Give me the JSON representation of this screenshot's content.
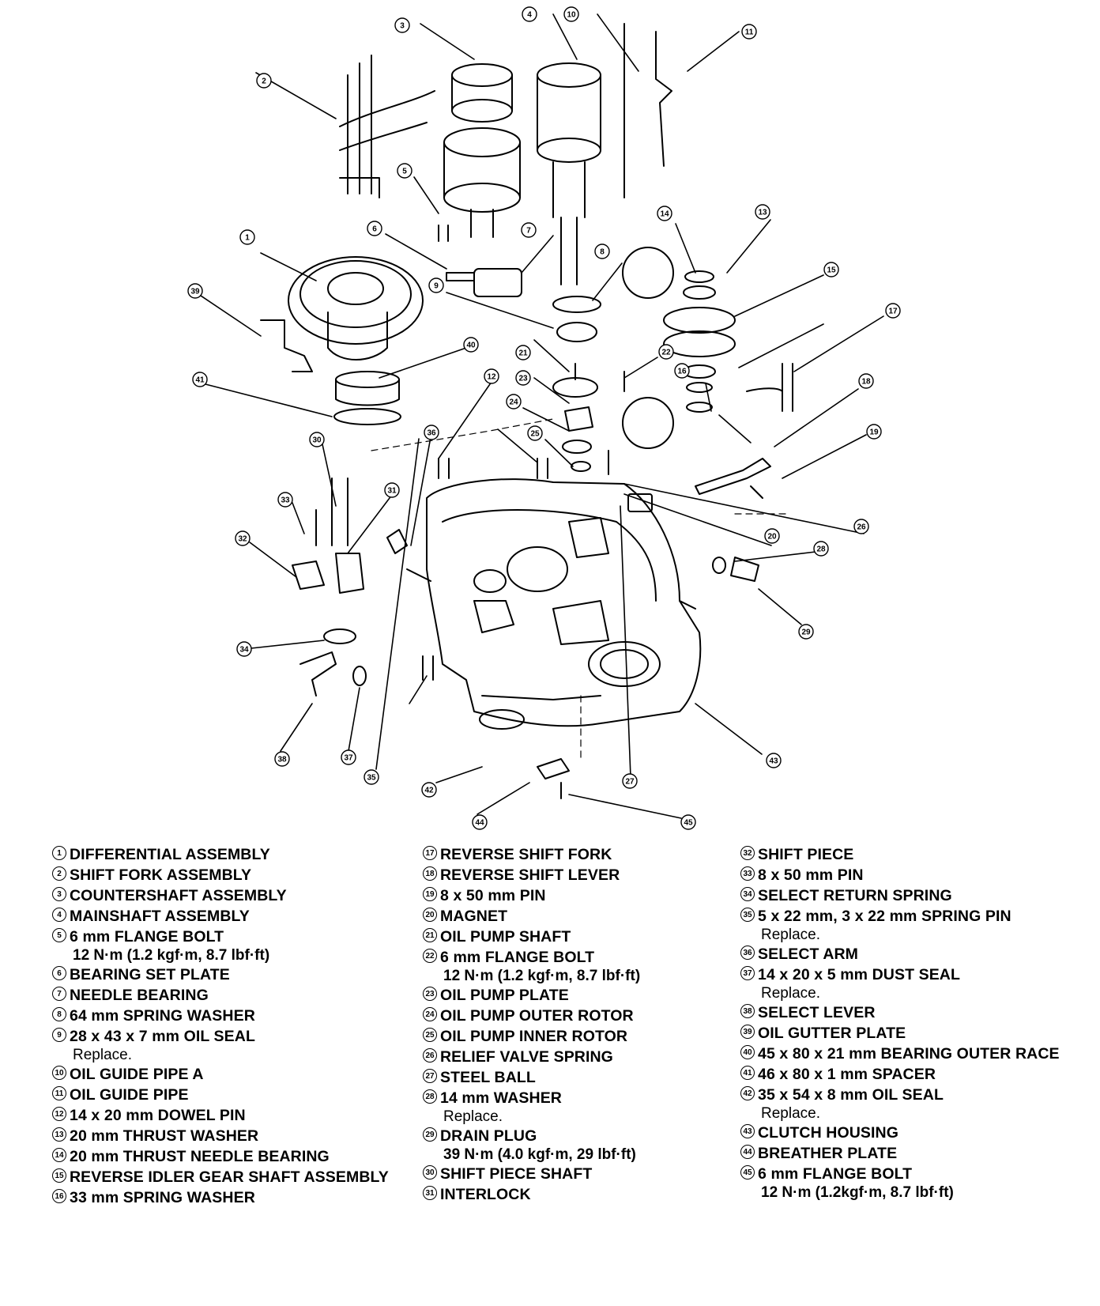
{
  "callouts": [
    {
      "n": "1",
      "part": "DIFFERENTIAL ASSEMBLY"
    },
    {
      "n": "2",
      "part": "SHIFT FORK ASSEMBLY"
    },
    {
      "n": "3",
      "part": "COUNTERSHAFT ASSEMBLY"
    },
    {
      "n": "4",
      "part": "MAINSHAFT ASSEMBLY"
    },
    {
      "n": "5",
      "part": "6 mm FLANGE BOLT"
    },
    {
      "n": "6",
      "part": "BEARING SET PLATE"
    },
    {
      "n": "7",
      "part": "NEEDLE BEARING"
    },
    {
      "n": "8",
      "part": "64 mm SPRING WASHER"
    },
    {
      "n": "9",
      "part": "28 x 43 x 7 mm OIL SEAL"
    },
    {
      "n": "10",
      "part": "OIL GUIDE PIPE A"
    },
    {
      "n": "11",
      "part": "OIL GUIDE PIPE"
    },
    {
      "n": "12",
      "part": "14 x 20 mm DOWEL PIN"
    },
    {
      "n": "13",
      "part": "20 mm THRUST WASHER"
    },
    {
      "n": "14",
      "part": "20 mm THRUST NEEDLE BEARING"
    },
    {
      "n": "15",
      "part": "REVERSE IDLER GEAR SHAFT ASSEMBLY"
    },
    {
      "n": "16",
      "part": "33 mm SPRING WASHER"
    },
    {
      "n": "17",
      "part": "REVERSE SHIFT FORK"
    },
    {
      "n": "18",
      "part": "REVERSE SHIFT LEVER"
    },
    {
      "n": "19",
      "part": "8 x 50 mm PIN"
    },
    {
      "n": "20",
      "part": "MAGNET"
    },
    {
      "n": "21",
      "part": "OIL PUMP SHAFT"
    },
    {
      "n": "22",
      "part": "6 mm FLANGE BOLT"
    },
    {
      "n": "23",
      "part": "OIL PUMP PLATE"
    },
    {
      "n": "24",
      "part": "OIL PUMP OUTER ROTOR"
    },
    {
      "n": "25",
      "part": "OIL PUMP INNER ROTOR"
    },
    {
      "n": "26",
      "part": "RELIEF VALVE SPRING"
    },
    {
      "n": "27",
      "part": "STEEL BALL"
    },
    {
      "n": "28",
      "part": "14 mm WASHER"
    },
    {
      "n": "29",
      "part": "DRAIN PLUG"
    },
    {
      "n": "30",
      "part": "SHIFT PIECE SHAFT"
    },
    {
      "n": "31",
      "part": "INTERLOCK"
    },
    {
      "n": "32",
      "part": "SHIFT PIECE"
    },
    {
      "n": "33",
      "part": "8 x 50 mm PIN"
    },
    {
      "n": "34",
      "part": "SELECT RETURN SPRING"
    },
    {
      "n": "35",
      "part": "5 x 22 mm, 3 x 22 mm SPRING PIN"
    },
    {
      "n": "36",
      "part": "SELECT ARM"
    },
    {
      "n": "37",
      "part": "14 x 20 x 5 mm DUST SEAL"
    },
    {
      "n": "38",
      "part": "SELECT LEVER"
    },
    {
      "n": "39",
      "part": "OIL GUTTER PLATE"
    },
    {
      "n": "40",
      "part": "45 x 80 x 21 mm BEARING OUTER RACE"
    },
    {
      "n": "41",
      "part": "46 x 80 x 1 mm SPACER"
    },
    {
      "n": "42",
      "part": "35 x 54 x 8 mm OIL SEAL"
    },
    {
      "n": "43",
      "part": "CLUTCH HOUSING"
    },
    {
      "n": "44",
      "part": "BREATHER PLATE"
    },
    {
      "n": "45",
      "part": "6 mm FLANGE BOLT"
    }
  ],
  "legend": {
    "col1": [
      {
        "n": "1",
        "text": "DIFFERENTIAL ASSEMBLY"
      },
      {
        "n": "2",
        "text": "SHIFT FORK ASSEMBLY"
      },
      {
        "n": "3",
        "text": "COUNTERSHAFT ASSEMBLY"
      },
      {
        "n": "4",
        "text": "MAINSHAFT ASSEMBLY"
      },
      {
        "n": "5",
        "text": "6 mm FLANGE BOLT",
        "sub": "12 N·m (1.2 kgf·m, 8.7 lbf·ft)",
        "sub_bold": true
      },
      {
        "n": "6",
        "text": "BEARING SET PLATE"
      },
      {
        "n": "7",
        "text": "NEEDLE BEARING"
      },
      {
        "n": "8",
        "text": "64 mm SPRING WASHER"
      },
      {
        "n": "9",
        "text": "28 x 43 x 7 mm OIL SEAL",
        "sub": "Replace.",
        "sub_bold": false
      },
      {
        "n": "10",
        "text": "OIL GUIDE PIPE A"
      },
      {
        "n": "11",
        "text": "OIL GUIDE PIPE"
      },
      {
        "n": "12",
        "text": "14 x 20 mm DOWEL PIN"
      },
      {
        "n": "13",
        "text": "20 mm THRUST WASHER"
      },
      {
        "n": "14",
        "text": "20 mm THRUST NEEDLE BEARING"
      },
      {
        "n": "15",
        "text": "REVERSE IDLER GEAR SHAFT ASSEMBLY"
      },
      {
        "n": "16",
        "text": "33 mm SPRING WASHER"
      }
    ],
    "col2": [
      {
        "n": "17",
        "text": "REVERSE SHIFT FORK"
      },
      {
        "n": "18",
        "text": "REVERSE SHIFT LEVER"
      },
      {
        "n": "19",
        "text": "8 x 50 mm PIN"
      },
      {
        "n": "20",
        "text": "MAGNET"
      },
      {
        "n": "21",
        "text": "OIL PUMP SHAFT"
      },
      {
        "n": "22",
        "text": "6 mm FLANGE BOLT",
        "sub": "12 N·m (1.2 kgf·m, 8.7 lbf·ft)",
        "sub_bold": true
      },
      {
        "n": "23",
        "text": "OIL PUMP PLATE"
      },
      {
        "n": "24",
        "text": "OIL PUMP OUTER ROTOR"
      },
      {
        "n": "25",
        "text": "OIL PUMP INNER ROTOR"
      },
      {
        "n": "26",
        "text": "RELIEF VALVE SPRING"
      },
      {
        "n": "27",
        "text": "STEEL BALL"
      },
      {
        "n": "28",
        "text": "14 mm WASHER",
        "sub": "Replace.",
        "sub_bold": false
      },
      {
        "n": "29",
        "text": "DRAIN PLUG",
        "sub": "39 N·m (4.0 kgf·m, 29 lbf·ft)",
        "sub_bold": true
      },
      {
        "n": "30",
        "text": "SHIFT PIECE SHAFT"
      },
      {
        "n": "31",
        "text": "INTERLOCK"
      }
    ],
    "col3": [
      {
        "n": "32",
        "text": "SHIFT PIECE"
      },
      {
        "n": "33",
        "text": "8 x 50 mm PIN"
      },
      {
        "n": "34",
        "text": "SELECT RETURN SPRING"
      },
      {
        "n": "35",
        "text": "5 x 22 mm, 3 x 22 mm SPRING PIN",
        "sub": "Replace.",
        "sub_bold": false
      },
      {
        "n": "36",
        "text": "SELECT ARM"
      },
      {
        "n": "37",
        "text": "14 x 20 x 5 mm DUST SEAL",
        "sub": "Replace.",
        "sub_bold": false
      },
      {
        "n": "38",
        "text": "SELECT LEVER"
      },
      {
        "n": "39",
        "text": "OIL GUTTER PLATE"
      },
      {
        "n": "40",
        "text": "45 x 80 x 21 mm BEARING OUTER RACE"
      },
      {
        "n": "41",
        "text": "46 x 80 x 1 mm SPACER"
      },
      {
        "n": "42",
        "text": "35 x 54 x 8 mm OIL SEAL",
        "sub": "Replace.",
        "sub_bold": false
      },
      {
        "n": "43",
        "text": "CLUTCH HOUSING"
      },
      {
        "n": "44",
        "text": "BREATHER PLATE"
      },
      {
        "n": "45",
        "text": "6 mm FLANGE BOLT",
        "sub": "12 N·m (1.2kgf·m, 8.7 lbf·ft)",
        "sub_bold": true
      }
    ]
  }
}
